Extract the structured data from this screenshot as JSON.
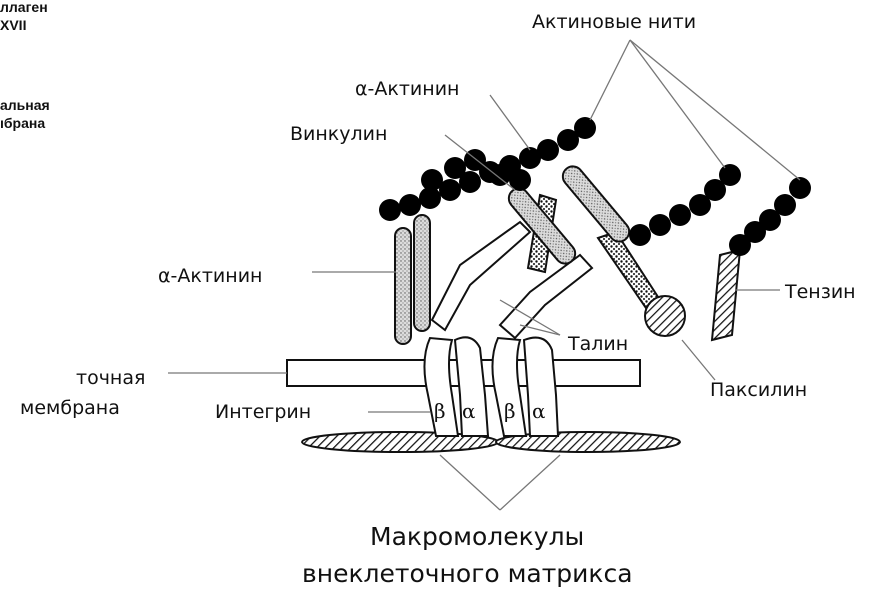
{
  "labels": {
    "cut_collagen_1": "ллаген",
    "cut_collagen_2": "XVII",
    "cut_basal_1": "альная",
    "cut_basal_2": "ıбрана",
    "actin_filaments": "Актиновые нити",
    "alpha_actinin_top": "α-Актинин",
    "vinculin": "Винкулин",
    "alpha_actinin_left": "α-Актинин",
    "tensin": "Тензин",
    "talin": "Талин",
    "cell_membrane_1": "точная",
    "cell_membrane_2": "мембрана",
    "paxillin": "Паксилин",
    "integrin": "Интегрин",
    "beta_1": "β",
    "alpha_1": "α",
    "beta_2": "β",
    "alpha_2": "α",
    "ecm_1": "Макромолекулы",
    "ecm_2": "внеклеточного матрикса"
  }
}
